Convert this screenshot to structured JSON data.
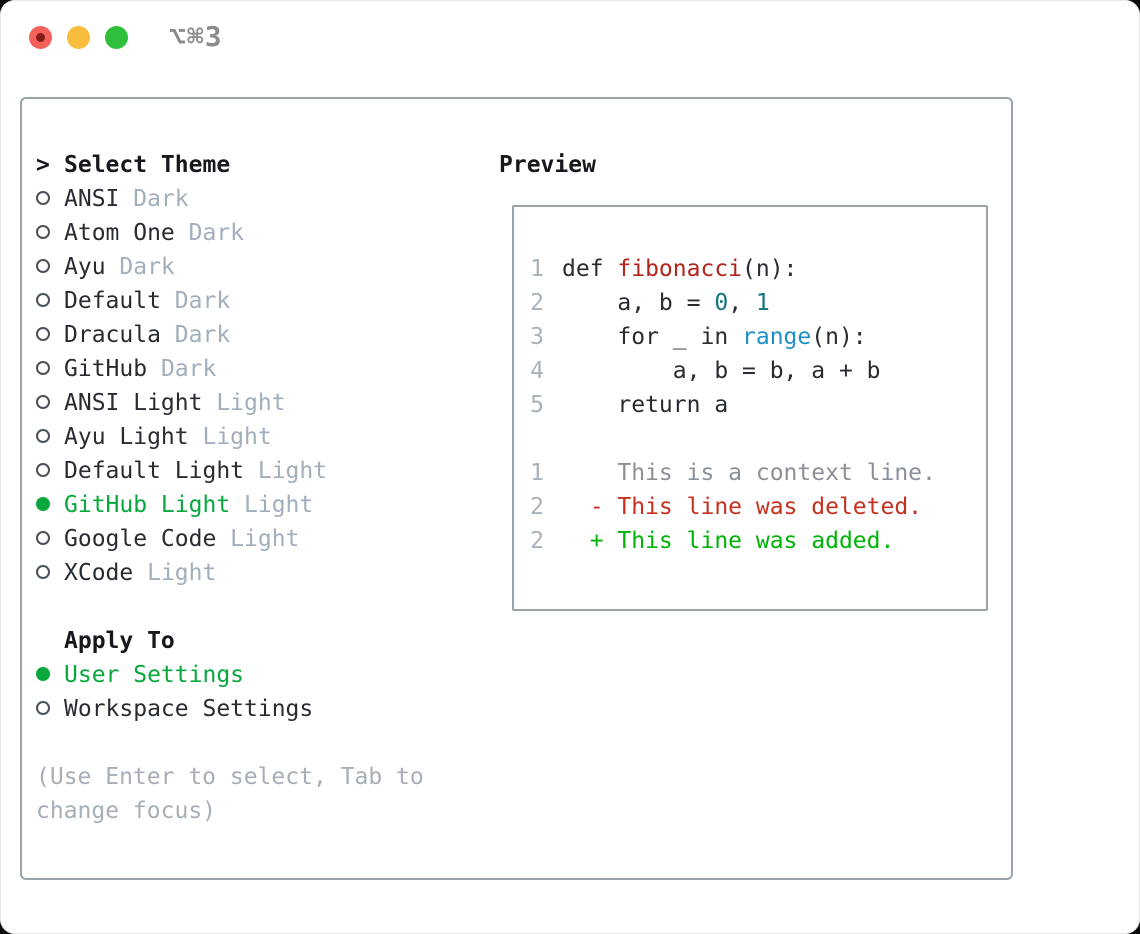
{
  "window": {
    "title": "⌥⌘3"
  },
  "colors": {
    "traffic_red": "#f4605a",
    "traffic_yellow": "#f8bd3c",
    "traffic_green": "#2ec03d",
    "selected_green": "#07a83c",
    "added_green": "#00b307",
    "deleted_red": "#c5311d",
    "function_red": "#b2241c",
    "number_teal": "#11747c",
    "builtin_blue": "#1f8fc9",
    "variant_gray": "#a2aebc",
    "help_gray": "#a6aeb8",
    "line_number_gray": "#a8b2ba",
    "context_gray": "#8a9199",
    "border_gray": "#9aa3ad"
  },
  "theme_panel": {
    "prompt": ">",
    "title": "Select Theme",
    "items": [
      {
        "label": "ANSI",
        "variant": "Dark",
        "selected": false
      },
      {
        "label": "Atom One",
        "variant": "Dark",
        "selected": false
      },
      {
        "label": "Ayu",
        "variant": "Dark",
        "selected": false
      },
      {
        "label": "Default",
        "variant": "Dark",
        "selected": false
      },
      {
        "label": "Dracula",
        "variant": "Dark",
        "selected": false
      },
      {
        "label": "GitHub",
        "variant": "Dark",
        "selected": false
      },
      {
        "label": "ANSI Light",
        "variant": "Light",
        "selected": false
      },
      {
        "label": "Ayu Light",
        "variant": "Light",
        "selected": false
      },
      {
        "label": "Default Light",
        "variant": "Light",
        "selected": false
      },
      {
        "label": "GitHub Light",
        "variant": "Light",
        "selected": true
      },
      {
        "label": "Google Code",
        "variant": "Light",
        "selected": false
      },
      {
        "label": "XCode",
        "variant": "Light",
        "selected": false
      }
    ],
    "apply_to": {
      "title": "Apply To",
      "options": [
        {
          "label": "User Settings",
          "selected": true
        },
        {
          "label": "Workspace Settings",
          "selected": false
        }
      ]
    },
    "help": [
      "(Use Enter to select, Tab to",
      "change focus)"
    ]
  },
  "preview": {
    "title": "Preview",
    "code_lines": [
      {
        "num": "1",
        "tokens": [
          {
            "t": "def ",
            "c": "plain"
          },
          {
            "t": "fibonacci",
            "c": "fn"
          },
          {
            "t": "(n):",
            "c": "plain"
          }
        ]
      },
      {
        "num": "2",
        "tokens": [
          {
            "t": "    a, b = ",
            "c": "plain"
          },
          {
            "t": "0",
            "c": "num"
          },
          {
            "t": ", ",
            "c": "plain"
          },
          {
            "t": "1",
            "c": "num"
          }
        ]
      },
      {
        "num": "3",
        "tokens": [
          {
            "t": "    for _ in ",
            "c": "plain"
          },
          {
            "t": "range",
            "c": "builtin"
          },
          {
            "t": "(n):",
            "c": "plain"
          }
        ]
      },
      {
        "num": "4",
        "tokens": [
          {
            "t": "        a, b = b, a + b",
            "c": "plain"
          }
        ]
      },
      {
        "num": "5",
        "tokens": [
          {
            "t": "    return a",
            "c": "plain"
          }
        ]
      }
    ],
    "diff_lines": [
      {
        "num": "1",
        "tokens": [
          {
            "t": "    This is a context line.",
            "c": "ctx"
          }
        ]
      },
      {
        "num": "2",
        "tokens": [
          {
            "t": "  - This line was deleted.",
            "c": "del"
          }
        ]
      },
      {
        "num": "2",
        "tokens": [
          {
            "t": "  + This line was added.",
            "c": "add"
          }
        ]
      }
    ]
  }
}
